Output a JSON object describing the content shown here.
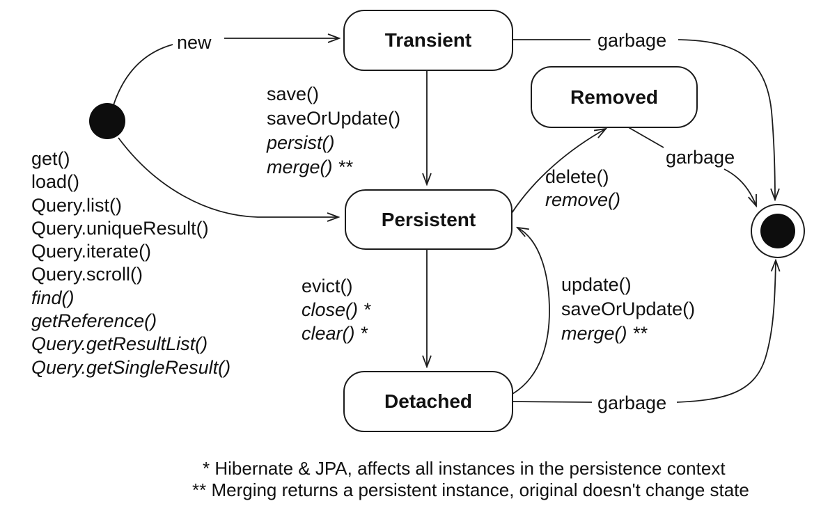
{
  "diagram": {
    "states": {
      "transient": "Transient",
      "persistent": "Persistent",
      "removed": "Removed",
      "detached": "Detached"
    },
    "transitions": {
      "new_label": "new",
      "garbage_transient": "garbage",
      "garbage_removed": "garbage",
      "garbage_detached": "garbage"
    },
    "method_groups": {
      "retrieval": {
        "lines": [
          {
            "text": "get()",
            "style": "normal"
          },
          {
            "text": "load()",
            "style": "normal"
          },
          {
            "text": "Query.list()",
            "style": "normal"
          },
          {
            "text": "Query.uniqueResult()",
            "style": "normal"
          },
          {
            "text": "Query.iterate()",
            "style": "normal"
          },
          {
            "text": "Query.scroll()",
            "style": "normal"
          },
          {
            "text": "find()",
            "style": "italic"
          },
          {
            "text": "getReference()",
            "style": "italic"
          },
          {
            "text": "Query.getResultList()",
            "style": "italic"
          },
          {
            "text": "Query.getSingleResult()",
            "style": "italic"
          }
        ]
      },
      "transient_to_persistent": {
        "lines": [
          {
            "text": "save()",
            "style": "normal"
          },
          {
            "text": "saveOrUpdate()",
            "style": "normal"
          },
          {
            "text": "persist()",
            "style": "italic"
          },
          {
            "text": "merge() **",
            "style": "italic"
          }
        ]
      },
      "persistent_to_detached": {
        "lines": [
          {
            "text": "evict()",
            "style": "normal"
          },
          {
            "text": "close() *",
            "style": "italic"
          },
          {
            "text": "clear() *",
            "style": "italic"
          }
        ]
      },
      "persistent_to_removed": {
        "lines": [
          {
            "text": "delete()",
            "style": "normal"
          },
          {
            "text": "remove()",
            "style": "italic"
          }
        ]
      },
      "detached_to_persistent": {
        "lines": [
          {
            "text": "update()",
            "style": "normal"
          },
          {
            "text": "saveOrUpdate()",
            "style": "normal"
          },
          {
            "text": "merge() **",
            "style": "italic"
          }
        ]
      }
    },
    "footnotes": [
      "* Hibernate & JPA, affects all instances in the persistence context",
      "** Merging returns a persistent instance, original doesn't change state"
    ],
    "colors": {
      "ink": "#1c1c1c",
      "background": "#ffffff"
    }
  }
}
